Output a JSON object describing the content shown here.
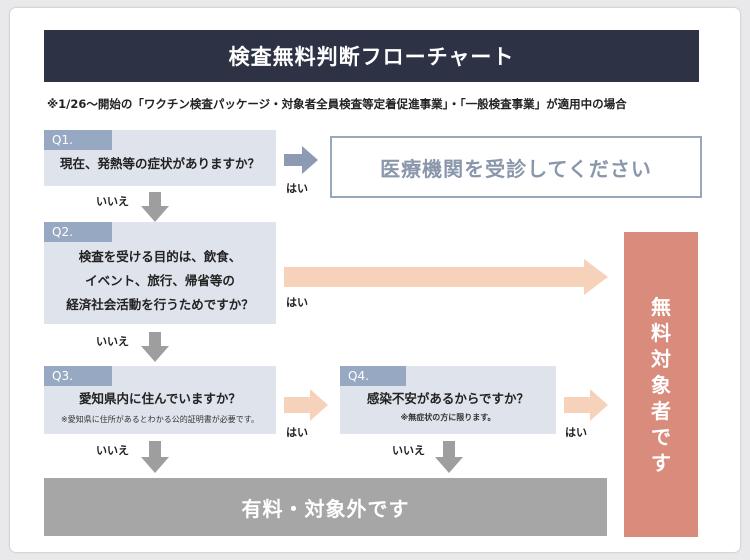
{
  "title": "検査無料判断フローチャート",
  "note": "※1/26～開始の「ワクチン検査パッケージ・対象者全員検査等定着促進事業」・「一般検査事業」が適用中の場合",
  "q1": {
    "label": "Q1.",
    "text": "現在、発熱等の症状がありますか？"
  },
  "q2": {
    "label": "Q2.",
    "lines": [
      "検査を受ける目的は、飲食、",
      "イベント、旅行、帰省等の",
      "経済社会活動を行うためですか？"
    ]
  },
  "q3": {
    "label": "Q3.",
    "text": "愛知県内に住んでいますか？",
    "sub": "※愛知県に住所があるとわかる公的証明書が必要です。"
  },
  "q4": {
    "label": "Q4.",
    "text": "感染不安があるからですか？",
    "sub": "※無症状の方に限ります。"
  },
  "labels": {
    "yes": "はい",
    "no": "いいえ"
  },
  "results": {
    "clinic": "医療機関を受診してください",
    "free_chars": [
      "無",
      "料",
      "対",
      "象",
      "者",
      "で",
      "す"
    ],
    "paid": "有料・対象外です"
  },
  "colors": {
    "title_bg": "#2d3345",
    "question_bg": "#dfe4ec",
    "question_label": "#97a9c2",
    "free": "#d98b7c",
    "paid": "#a6a6a6",
    "yes_arrow_free": "#f7d2bb",
    "yes_arrow_clinic": "#8c9bb3",
    "no_arrow": "#9e9e9e"
  }
}
